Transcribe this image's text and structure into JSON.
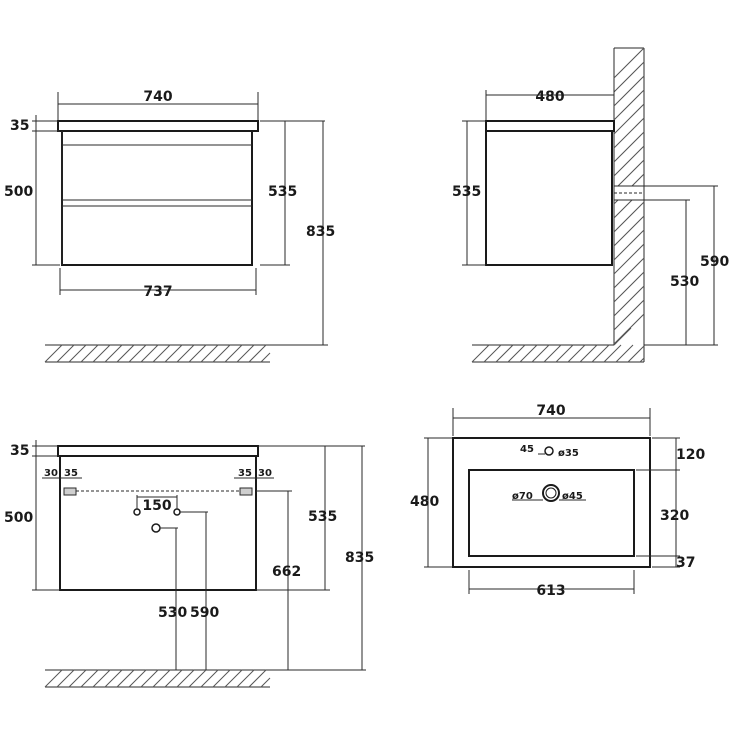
{
  "front_view": {
    "width_top": "740",
    "depth_top": "35",
    "height_body": "500",
    "height_total": "535",
    "height_floor": "835",
    "width_bottom": "737"
  },
  "side_view": {
    "depth": "480",
    "height": "535",
    "pipe_height_a": "530",
    "pipe_height_b": "590"
  },
  "back_view": {
    "depth_top": "35",
    "height_body": "500",
    "height_total": "535",
    "height_floor": "835",
    "height_mount": "662",
    "bracket_left_a": "30",
    "bracket_left_b": "35",
    "bracket_right_a": "35",
    "bracket_right_b": "30",
    "hole_spacing": "150",
    "pipe_height_a": "530",
    "pipe_height_b": "590"
  },
  "top_view": {
    "width": "740",
    "depth": "480",
    "back_margin": "120",
    "basin_depth": "320",
    "front_margin": "37",
    "basin_width": "613",
    "tap_offset": "45",
    "tap_hole": "ø35",
    "drain_outer": "ø70",
    "drain_inner": "ø45"
  }
}
